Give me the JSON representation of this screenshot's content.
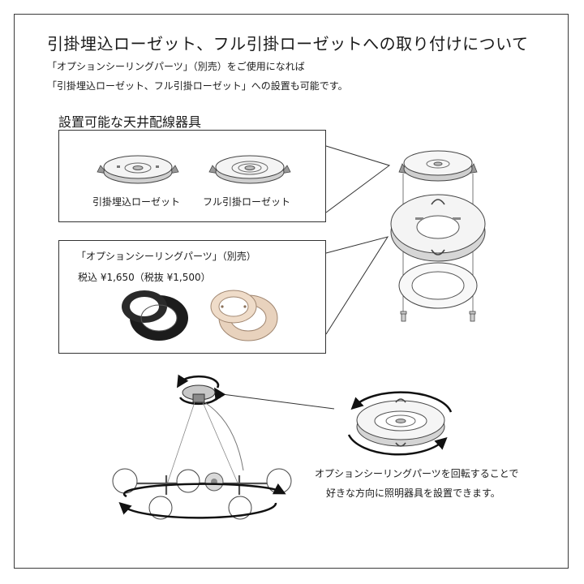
{
  "title": "引掛埋込ローゼット、フル引掛ローゼットへの取り付けについて",
  "description": {
    "line1": "「オプションシーリングパーツ」（別売）をご使用になれば",
    "line2": "「引掛埋込ローゼット、フル引掛ローゼット」への設置も可能です。"
  },
  "section": {
    "title": "設置可能な天井配線器具",
    "items": [
      {
        "label": "引掛埋込ローゼット"
      },
      {
        "label": "フル引掛ローゼット"
      }
    ]
  },
  "option": {
    "name": "「オプションシーリングパーツ」（別売）",
    "price": "税込 ¥1,650（税抜 ¥1,500）",
    "colors": {
      "black": "#1c1c1c",
      "beige": "#e8d2bd"
    }
  },
  "caption": {
    "line1": "オプションシーリングパーツを回転することで",
    "line2": "好きな方向に照明器具を設置できます。"
  }
}
